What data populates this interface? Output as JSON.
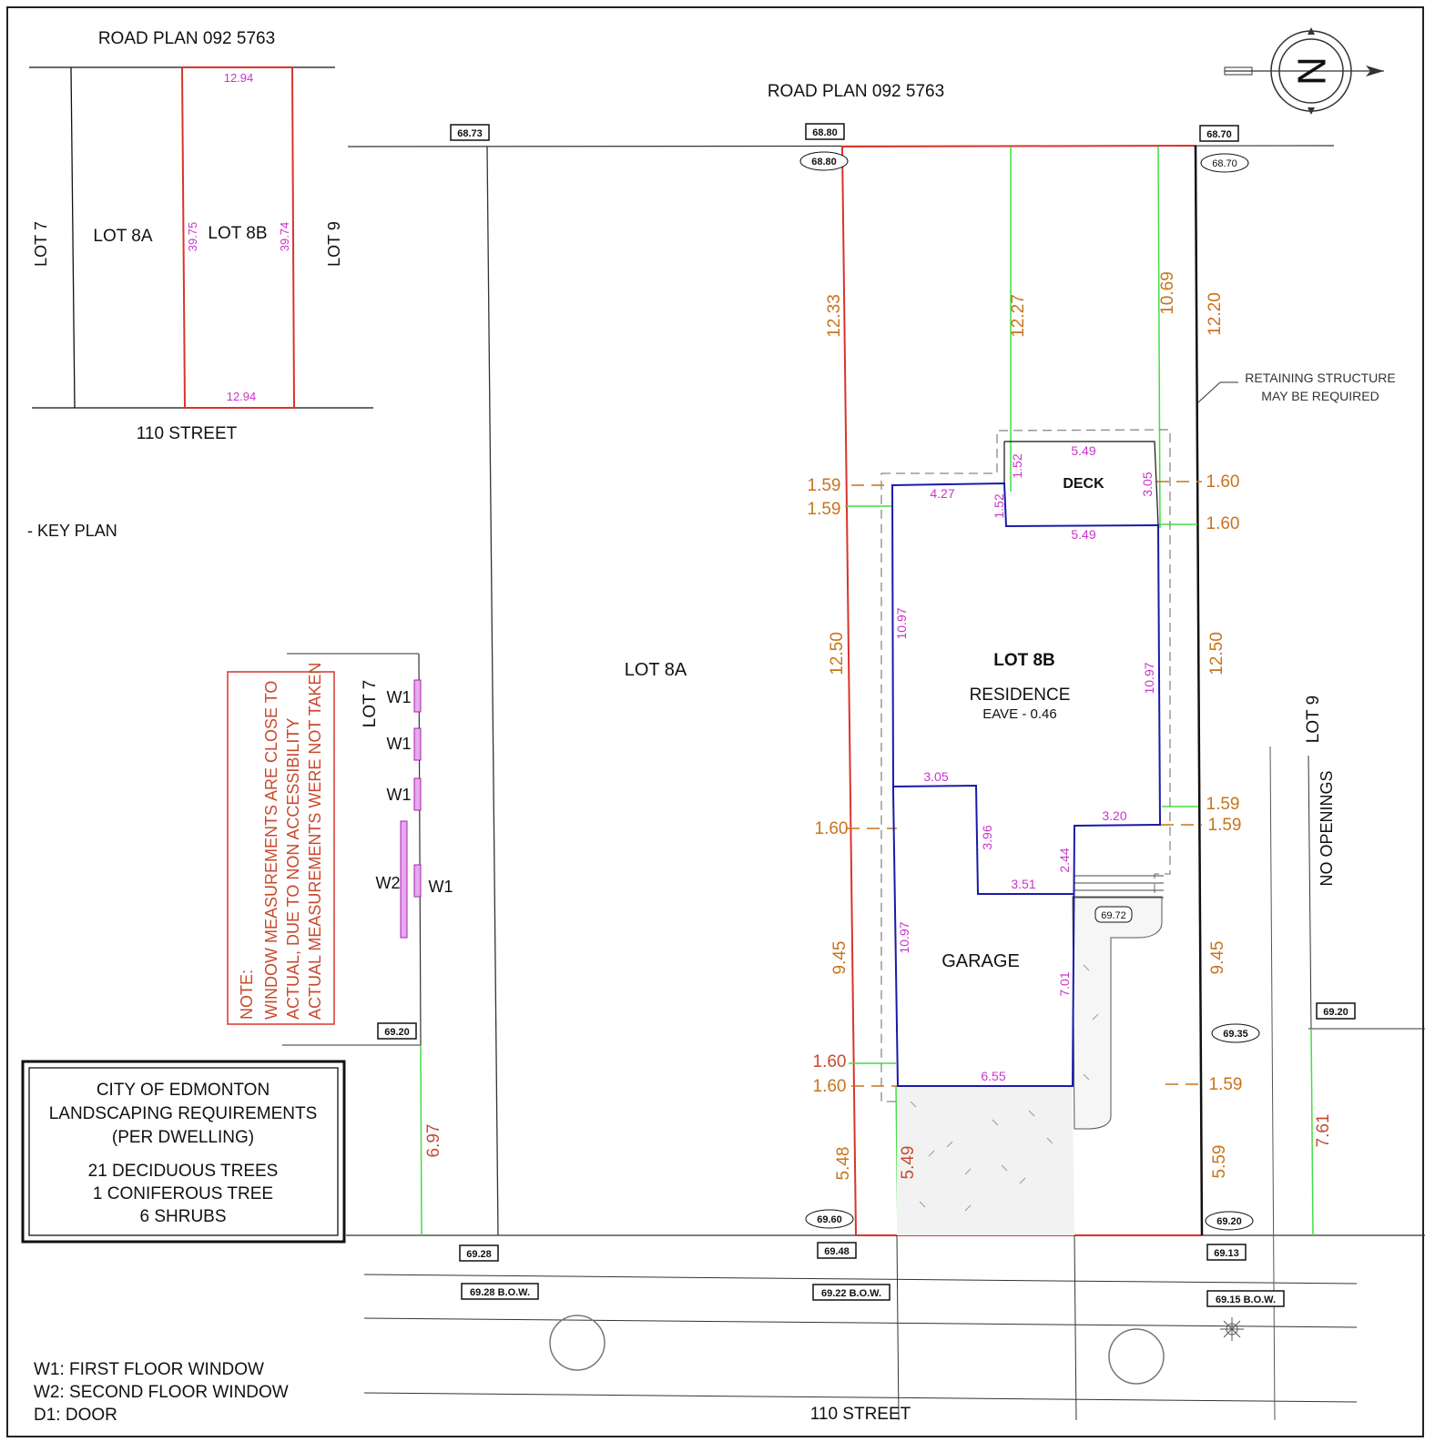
{
  "key_plan": {
    "road_top": "ROAD PLAN 092 5763",
    "street_bottom": "110 STREET",
    "lot7": "LOT 7",
    "lot8a": "LOT 8A",
    "lot8b": "LOT 8B",
    "lot9": "LOT 9",
    "dim_top": "12.94",
    "dim_bottom": "12.94",
    "dim_left": "39.75",
    "dim_right": "39.74",
    "caption": "- KEY PLAN"
  },
  "site": {
    "road_top": "ROAD PLAN 092 5763",
    "street_bottom": "110 STREET",
    "lot8a": "LOT 8A",
    "lot8b": "LOT 8B",
    "residence": "RESIDENCE",
    "eave": "EAVE - 0.46",
    "deck": "DECK",
    "garage": "GARAGE",
    "lot7": "LOT 7",
    "lot9": "LOT 9",
    "no_openings": "NO OPENINGS",
    "retaining_1": "RETAINING STRUCTURE",
    "retaining_2": "MAY BE REQUIRED"
  },
  "elevations_boxed": [
    "68.73",
    "68.80",
    "68.70",
    "69.20",
    "69.20",
    "69.28",
    "69.48",
    "69.13",
    "69.28 B.O.W.",
    "69.22 B.O.W.",
    "69.15 B.O.W."
  ],
  "elevations_oval": [
    "68.80",
    "68.70",
    "69.72",
    "69.35",
    "69.60",
    "69.20"
  ],
  "setbacks_orange": [
    "12.33",
    "12.27",
    "10.69",
    "12.20",
    "1.59",
    "1.59",
    "1.60",
    "1.60",
    "12.50",
    "12.50",
    "1.60",
    "1.59",
    "1.59",
    "9.45",
    "9.45",
    "1.60",
    "1.60",
    "1.59",
    "5.48",
    "5.59"
  ],
  "setbacks_red": [
    "5.49",
    "6.97",
    "7.61"
  ],
  "house_dims": [
    "4.27",
    "1.52",
    "1.52",
    "5.49",
    "5.49",
    "3.05",
    "10.97",
    "10.97",
    "3.05",
    "3.96",
    "3.51",
    "3.20",
    "2.44",
    "10.97",
    "7.01",
    "6.55"
  ],
  "windows": [
    "W1",
    "W1",
    "W1",
    "W1",
    "W2"
  ],
  "note": {
    "l1": "NOTE:",
    "l2": "WINDOW MEASUREMENTS ARE CLOSE TO",
    "l3": "ACTUAL, DUE TO NON ACCESSIBILITY",
    "l4": "ACTUAL MEASUREMENTS WERE NOT TAKEN"
  },
  "landscape": {
    "l1": "CITY OF EDMONTON",
    "l2": "LANDSCAPING REQUIREMENTS",
    "l3": "(PER DWELLING)",
    "l4": "21 DECIDUOUS TREES",
    "l5": "1 CONIFEROUS TREE",
    "l6": "6 SHRUBS"
  },
  "legend": {
    "w1": "W1: FIRST FLOOR WINDOW",
    "w2": "W2: SECOND FLOOR WINDOW",
    "d1": "D1: DOOR"
  },
  "colors": {
    "property_line": "#d9342b",
    "building": "#1a1aa8",
    "dimension_magenta": "#cc33cc",
    "setback_orange": "#c8741c",
    "setback_line": "#44dd44"
  }
}
